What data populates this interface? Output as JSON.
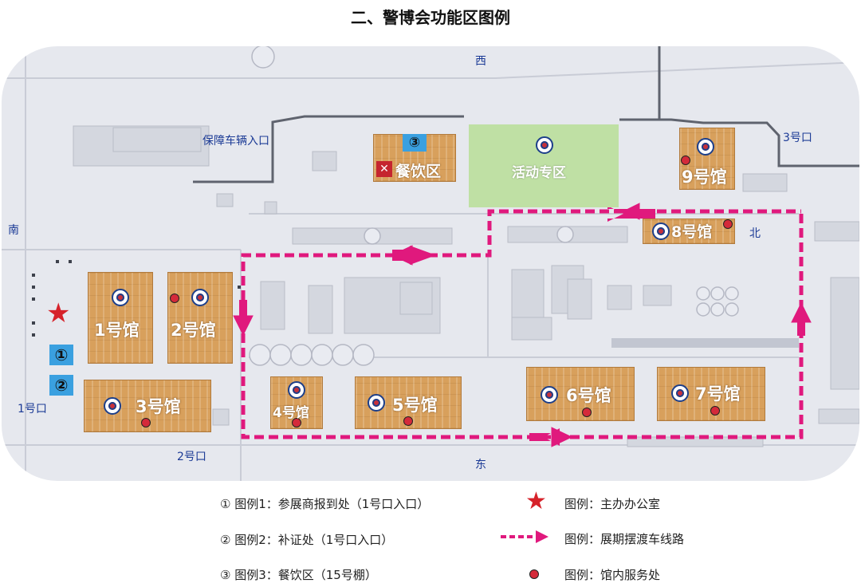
{
  "title": "二、警博会功能区图例",
  "directions": {
    "west": "西",
    "east": "东",
    "south": "南",
    "north": "北"
  },
  "entrances": {
    "service_vehicle": "保障车辆入口",
    "gate1": "1号口",
    "gate2": "2号口",
    "gate3": "3号口"
  },
  "zones": {
    "catering_number": "③",
    "catering": "餐饮区",
    "activity": "活动专区"
  },
  "markers": {
    "circle1": "①",
    "circle2": "②"
  },
  "halls": [
    {
      "label": "1号馆"
    },
    {
      "label": "2号馆"
    },
    {
      "label": "3号馆"
    },
    {
      "label": "4号馆"
    },
    {
      "label": "5号馆"
    },
    {
      "label": "6号馆"
    },
    {
      "label": "7号馆"
    },
    {
      "label": "8号馆"
    },
    {
      "label": "9号馆"
    }
  ],
  "legend": {
    "item1": "① 图例1：参展商报到处（1号口入口）",
    "item2": "② 图例2：补证处（1号口入口）",
    "item3": "③ 图例3：餐饮区（15号棚）",
    "office": "图例：主办办公室",
    "shuttle": "图例：展期摆渡车线路",
    "service": "图例：馆内服务处"
  },
  "colors": {
    "hall": "#d8a05c",
    "shuttle_route": "#e0197d",
    "service_point": "#d42a3a",
    "office_star": "#d6222a",
    "activity_zone": "#bfe0a4",
    "label_blue": "#1c3b96"
  },
  "icons": {
    "office": "star-icon",
    "service": "red-dot-icon",
    "hall_badge": "police-badge-icon",
    "catering": "fork-knife-icon"
  }
}
